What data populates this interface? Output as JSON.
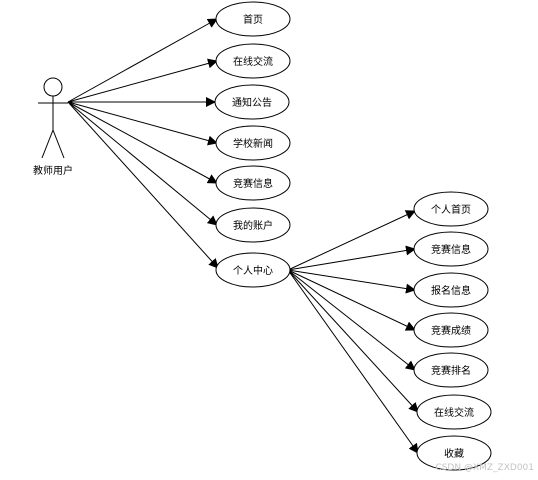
{
  "actor": {
    "label": "教师用户"
  },
  "use_cases": {
    "home": "首页",
    "chat": "在线交流",
    "notice": "通知公告",
    "news": "学校新闻",
    "contest_info": "竞赛信息",
    "account": "我的账户",
    "personal_center": "个人中心"
  },
  "sub_cases": {
    "personal_home": "个人首页",
    "contest_info": "竞赛信息",
    "signup_info": "报名信息",
    "contest_score": "竞赛成绩",
    "contest_rank": "竞赛排名",
    "chat": "在线交流",
    "favorites": "收藏"
  },
  "watermark": "CSDN @XMZ_ZXD001"
}
